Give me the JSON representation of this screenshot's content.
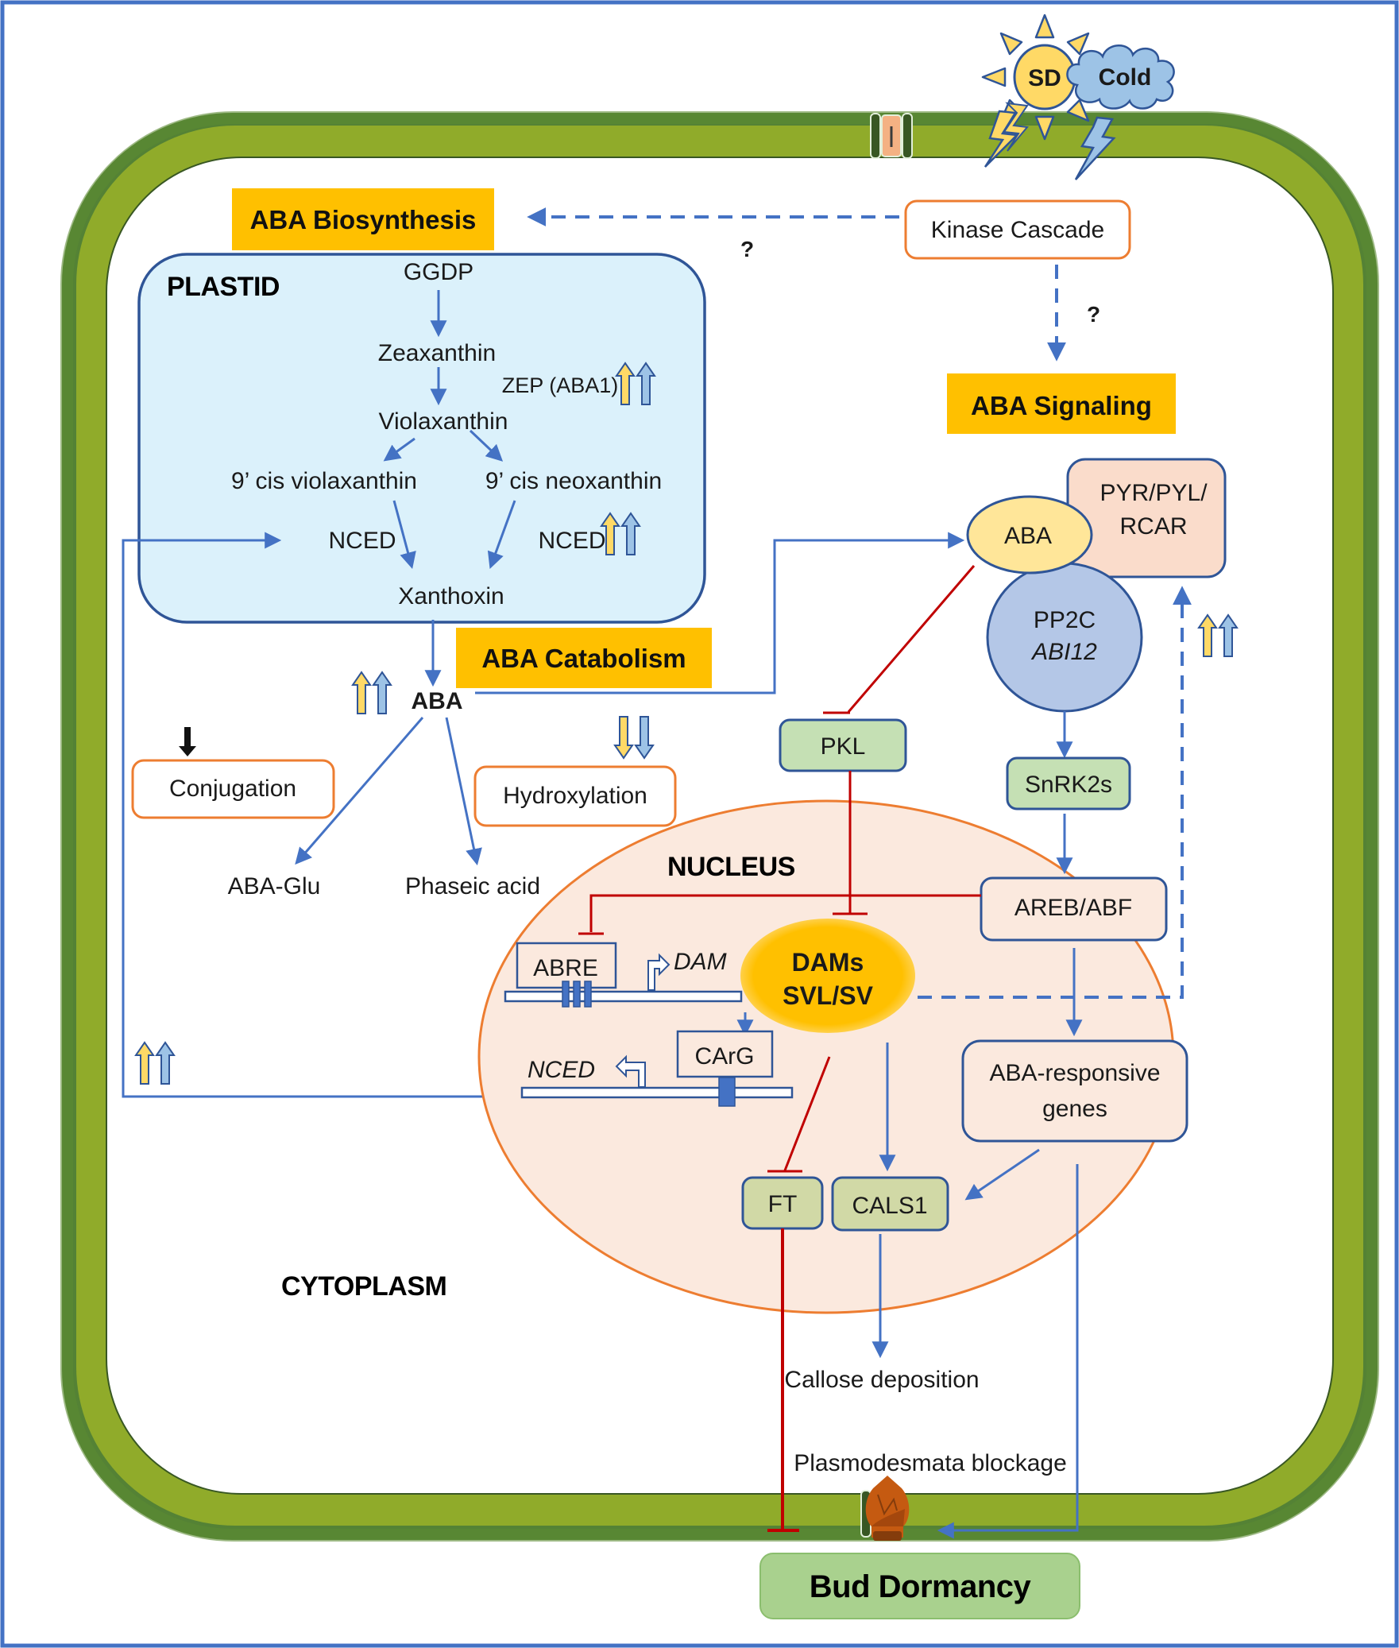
{
  "stimuli": {
    "short_day": "SD",
    "cold": "Cold"
  },
  "compartments": {
    "plastid": "PLASTID",
    "nucleus": "NUCLEUS",
    "cytoplasm": "CYTOPLASM"
  },
  "sections": {
    "biosynthesis": "ABA Biosynthesis",
    "catabolism": "ABA Catabolism",
    "signaling": "ABA Signaling"
  },
  "kinase": {
    "label": "Kinase Cascade",
    "q_left": "?",
    "q_down": "?"
  },
  "plastid_pathway": {
    "ggdp": "GGDP",
    "zeaxanthin": "Zeaxanthin",
    "zep": "ZEP (ABA1)",
    "violaxanthin": "Violaxanthin",
    "cis_violaxanthin": "9’ cis violaxanthin",
    "cis_neoxanthin": "9’ cis neoxanthin",
    "nced_left": "NCED",
    "nced_right": "NCED",
    "xanthoxin": "Xanthoxin"
  },
  "catabolism": {
    "aba": "ABA",
    "conjugation": "Conjugation",
    "hydroxylation": "Hydroxylation",
    "aba_glu": "ABA-Glu",
    "phaseic_acid": "Phaseic acid"
  },
  "signaling": {
    "aba": "ABA",
    "receptor": [
      "PYR/PYL/",
      "RCAR"
    ],
    "pp2c": "PP2C",
    "abi": "ABI12",
    "pkl": "PKL",
    "snrk2": "SnRK2s",
    "areb": "AREB/ABF"
  },
  "nucleus": {
    "abre": "ABRE",
    "dam_gene": "DAM",
    "dams": [
      "DAMs",
      "SVL/SV"
    ],
    "carg": "CArG",
    "nced_gene": "NCED",
    "aba_responsive": [
      "ABA-responsive",
      "genes"
    ],
    "ft": "FT",
    "cals1": "CALS1"
  },
  "outputs": {
    "callose": "Callose deposition",
    "plasmodesmata": "Plasmodesmata blockage",
    "bud_dormancy": "Bud Dormancy"
  },
  "regulation_arrows": [
    {
      "target": "ZEP (ABA1)",
      "direction": "up"
    },
    {
      "target": "NCED",
      "direction": "up"
    },
    {
      "target": "ABA",
      "direction": "up"
    },
    {
      "target": "Hydroxylation",
      "direction": "down"
    },
    {
      "target": "Conjugation",
      "direction": "down"
    },
    {
      "target": "PYR/PYL/RCAR",
      "direction": "up"
    },
    {
      "target": "NCED feedback",
      "direction": "up"
    }
  ],
  "colors": {
    "frame": "#4472c4",
    "wall_dark": "#548235",
    "wall_light": "#9bb328",
    "plastid_fill": "#dbf1fb",
    "plastid_stroke": "#2f5597",
    "section_fill": "#ffc000",
    "orange_stroke": "#ed7d31",
    "nucleus_fill": "#fbe9de",
    "green_box": "#c5e0b4",
    "olive_box": "#d1d9a6",
    "receptor_fill": "#fadccb",
    "aba_fill": "#ffe699",
    "pp2c_fill": "#b4c7e7",
    "dams_fill": "#ffc000",
    "activation": "#4472c4",
    "inhibition": "#c00000",
    "up_yellow": "#ffd966",
    "up_blue": "#9dc3e6",
    "bud": "#c55a11",
    "dormancy_fill": "#a9d18e"
  }
}
